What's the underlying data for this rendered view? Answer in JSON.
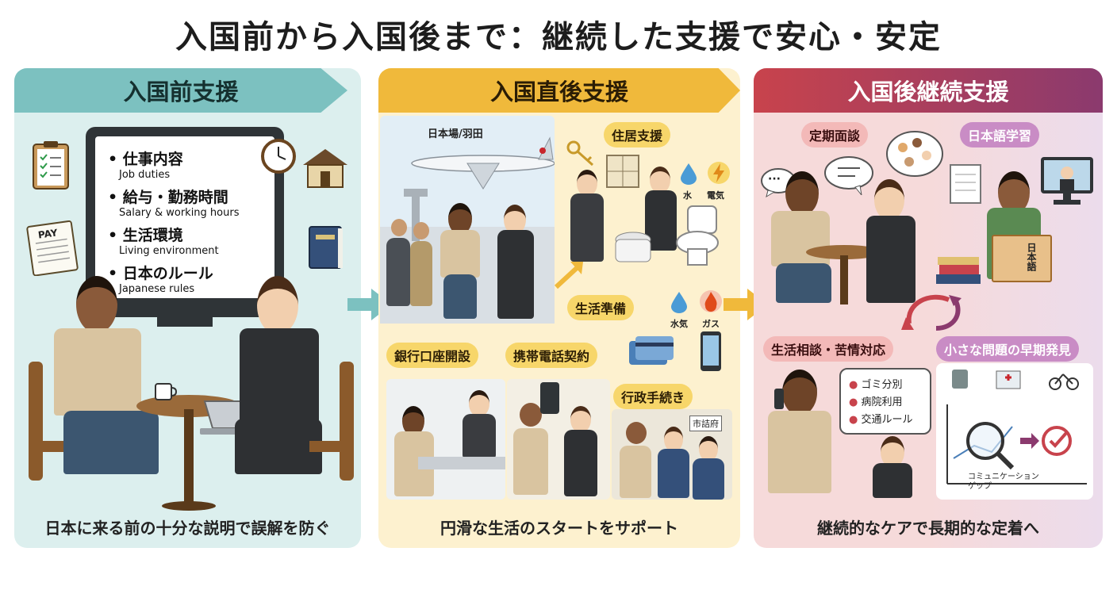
{
  "title": "入国前から入国後まで：継続した支援で安心・安定",
  "stage1": {
    "heading": "入国前支援",
    "caption": "日本に来る前の十分な説明で誤解を防ぐ",
    "screen_items": [
      {
        "ja": "仕事内容",
        "en": "Job duties"
      },
      {
        "ja": "給与・勤務時間",
        "en": "Salary & working hours"
      },
      {
        "ja": "生活環境",
        "en": "Living environment"
      },
      {
        "ja": "日本のルール",
        "en": "Japanese rules"
      }
    ],
    "payslip_label": "PAY"
  },
  "stage2": {
    "heading": "入国直後支援",
    "caption": "円滑な生活のスタートをサポート",
    "airport_label": "日本場/羽田",
    "housing": "住居支援",
    "water": "水",
    "electricity": "電気",
    "life_prep": "生活準備",
    "water_gas": "水気",
    "gas": "ガス",
    "bank": "銀行口座開設",
    "phone": "携帯電話契約",
    "admin": "行政手続き",
    "city_hall": "市詰府"
  },
  "stage3": {
    "heading": "入国後継続支援",
    "caption": "継続的なケアで長期的な定着へ",
    "interview": "定期面談",
    "japanese_study": "日本語学習",
    "book_label": "日本語",
    "consultation": "生活相談・苦情対応",
    "early_detection": "小さな問題の早期発見",
    "topics": [
      "ゴミ分別",
      "病院利用",
      "交通ルール"
    ],
    "comm_gap": "コミュニケーション\nゲップ",
    "speech_dots": "···"
  },
  "colors": {
    "stage1": "#7cc1c0",
    "stage2": "#f0b93b",
    "stage3": "#c8434c",
    "stage3b": "#8b3a6e"
  }
}
